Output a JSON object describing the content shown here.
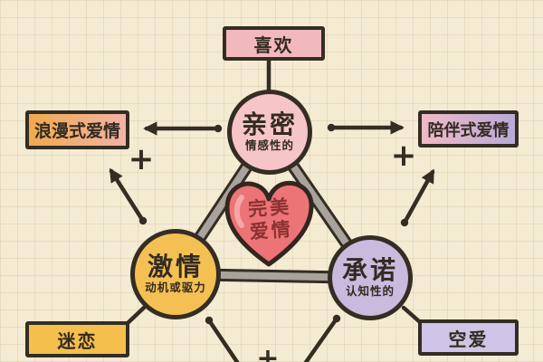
{
  "nodes": {
    "like": {
      "label": "喜欢"
    },
    "romantic": {
      "label": "浪漫式爱情"
    },
    "companionate": {
      "label": "陪伴式爱情"
    },
    "infatuation": {
      "label": "迷恋"
    },
    "empty": {
      "label": "空爱"
    },
    "intimacy": {
      "label": "亲密",
      "sublabel": "情感性的"
    },
    "passion": {
      "label": "激情",
      "sublabel": "动机或驱力"
    },
    "commitment": {
      "label": "承诺",
      "sublabel": "认知性的"
    },
    "perfect_love": {
      "line1": "完美",
      "line2": "爱情"
    }
  },
  "operators": {
    "plus": "+"
  },
  "colors": {
    "background": "#f4ebd3",
    "outline": "#342d23",
    "like_box": "#f2b9bd",
    "romantic_gradient_left": "#f0a94d",
    "romantic_gradient_right": "#f3b3a6",
    "companionate_gradient_left": "#eebac7",
    "companionate_gradient_right": "#b9aad8",
    "infatuation_box": "#f5bf4e",
    "empty_box": "#d0c4e8",
    "intimacy_circle": "#f6c5c8",
    "passion_circle": "#f5c053",
    "commitment_circle": "#c9bade",
    "heart_fill": "#ec7476",
    "heart_text": "#8a3231",
    "triangle_bar": "#a8a39b"
  }
}
